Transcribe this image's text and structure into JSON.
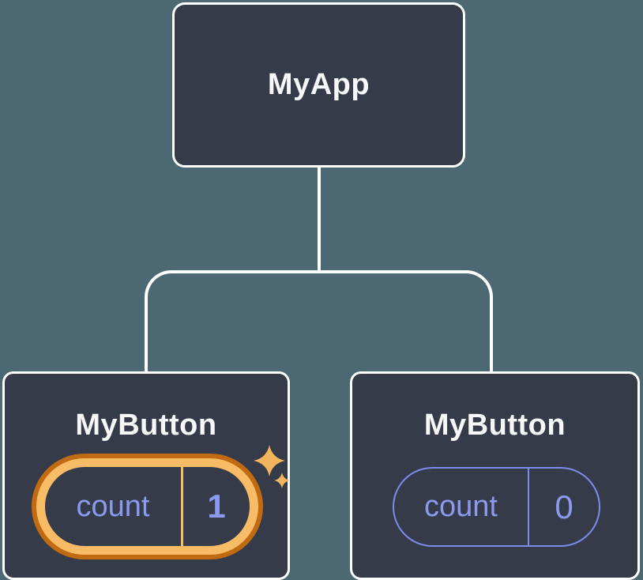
{
  "tree": {
    "root": {
      "label": "MyApp"
    },
    "children": [
      {
        "label": "MyButton",
        "state": {
          "key": "count",
          "value": "1"
        },
        "highlighted": true
      },
      {
        "label": "MyButton",
        "state": {
          "key": "count",
          "value": "0"
        },
        "highlighted": false
      }
    ]
  },
  "icons": {
    "sparkle": "sparkle-icon (two four-pointed stars marking updated state)"
  },
  "colors": {
    "background": "#4c6872",
    "node_fill": "#353b48",
    "node_border": "#ffffff",
    "connector": "#ffffff",
    "title_text": "#f6f7f9",
    "state_text": "#8b99ee",
    "pill_border_default": "#7e8bec",
    "highlight_light_orange": "#f8bc66",
    "highlight_dark_orange": "#c06a12",
    "sparkle_gold": "#f2b45c"
  }
}
